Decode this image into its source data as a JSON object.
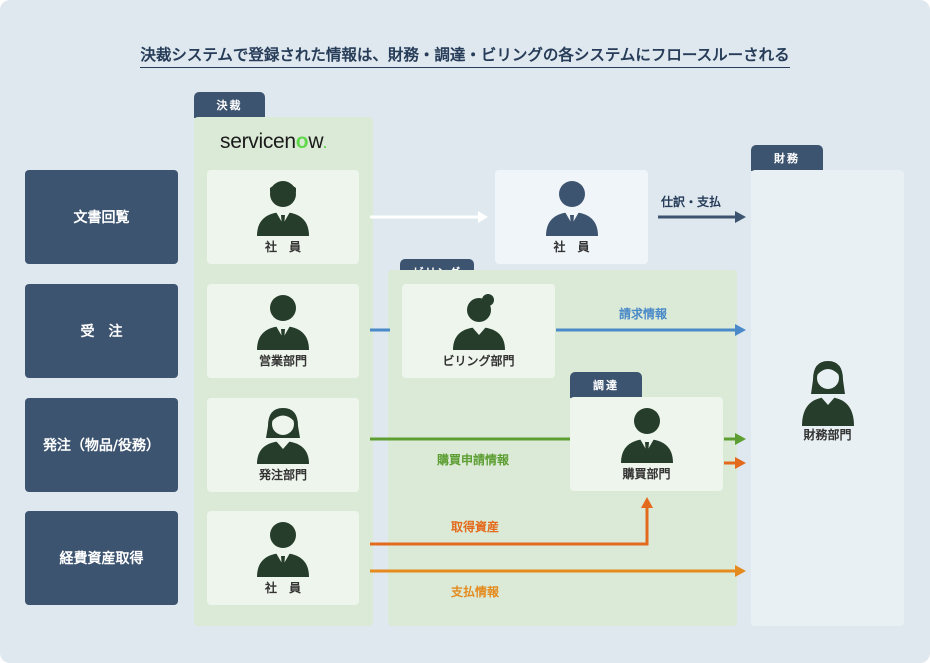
{
  "title": "決裁システムで登録された情報は、財務・調達・ビリングの各システムにフロースルーされる",
  "rows": [
    {
      "label": "文書回覧"
    },
    {
      "label": "受　注"
    },
    {
      "label": "発注（物品/役務）"
    },
    {
      "label": "経費資産取得"
    }
  ],
  "zones": {
    "approval": {
      "tab": "決裁",
      "logo_prefix": "servicen",
      "logo_mark": "o",
      "logo_suffix": "w",
      "logo_dot": "."
    },
    "billing": {
      "tab": "ビリング"
    },
    "procurement": {
      "tab": "調達"
    },
    "finance": {
      "tab": "財務"
    }
  },
  "cards": {
    "r1": "社　員",
    "r2": "営業部門",
    "r3": "発注部門",
    "r4": "社　員",
    "doc_target": "社　員",
    "billing": "ビリング部門",
    "procurement": "購買部門",
    "finance": "財務部門"
  },
  "flows": {
    "journal": "仕訳・支払",
    "billing_info": "請求情報",
    "purchase_request": "購買申請情報",
    "asset": "取得資産",
    "payment_info": "支払情報"
  },
  "colors": {
    "navy": "#3d5470",
    "blue": "#4a8ac8",
    "green": "#5c9e32",
    "orange": "#e36a1c",
    "amber": "#e58a1d",
    "person": "#253d2a"
  }
}
